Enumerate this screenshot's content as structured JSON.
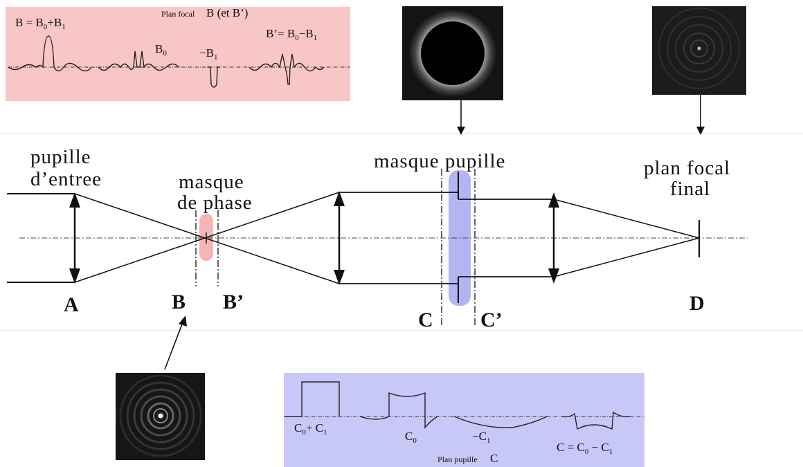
{
  "top_left_panel": {
    "title_small": "Plan focal",
    "title_big": "B (et B’)",
    "label_b_main": "B = B",
    "label_b_sub0": "0",
    "label_b_plus": "+B",
    "label_b_sub1": "1",
    "label_b0_main": "B",
    "label_b0_sub": "0",
    "label_minus_b1_main": "−B",
    "label_minus_b1_sub": "1",
    "label_bprime_main": "B’= B",
    "label_bprime_sub0": "0",
    "label_bprime_minus": "−B",
    "label_bprime_sub1": "1"
  },
  "bench": {
    "pupille_line1": "pupille",
    "pupille_line2": "d’entree",
    "masque_phase_line1": "masque",
    "masque_phase_line2": "de phase",
    "masque_pupille": "masque pupille",
    "plan_focal_line1": "plan focal",
    "plan_focal_line2": "final",
    "letter_a": "A",
    "letter_b": "B",
    "letter_bprime": "B’",
    "letter_c": "C",
    "letter_cprime": "C’",
    "letter_d": "D"
  },
  "bottom_right_panel": {
    "label_c0c1_a": "C",
    "label_c0c1_a_sub": "0",
    "label_c0c1_plus": "+ C",
    "label_c0c1_b_sub": "1",
    "label_c0_main": "C",
    "label_c0_sub": "0",
    "label_minus_c1_main": "−C",
    "label_minus_c1_sub": "1",
    "label_c_eq_main": "C = C",
    "label_c_eq_sub0": "0",
    "label_c_eq_minus": " − C",
    "label_c_eq_sub1": "1",
    "title_small": "Plan pupille",
    "title_big": "C"
  },
  "colors": {
    "pink_panel": "#f9c6c6",
    "lavender_panel": "#c8c8f8",
    "phase_mask": "#f5b5b5",
    "pupil_mask": "#b4b4f0"
  }
}
